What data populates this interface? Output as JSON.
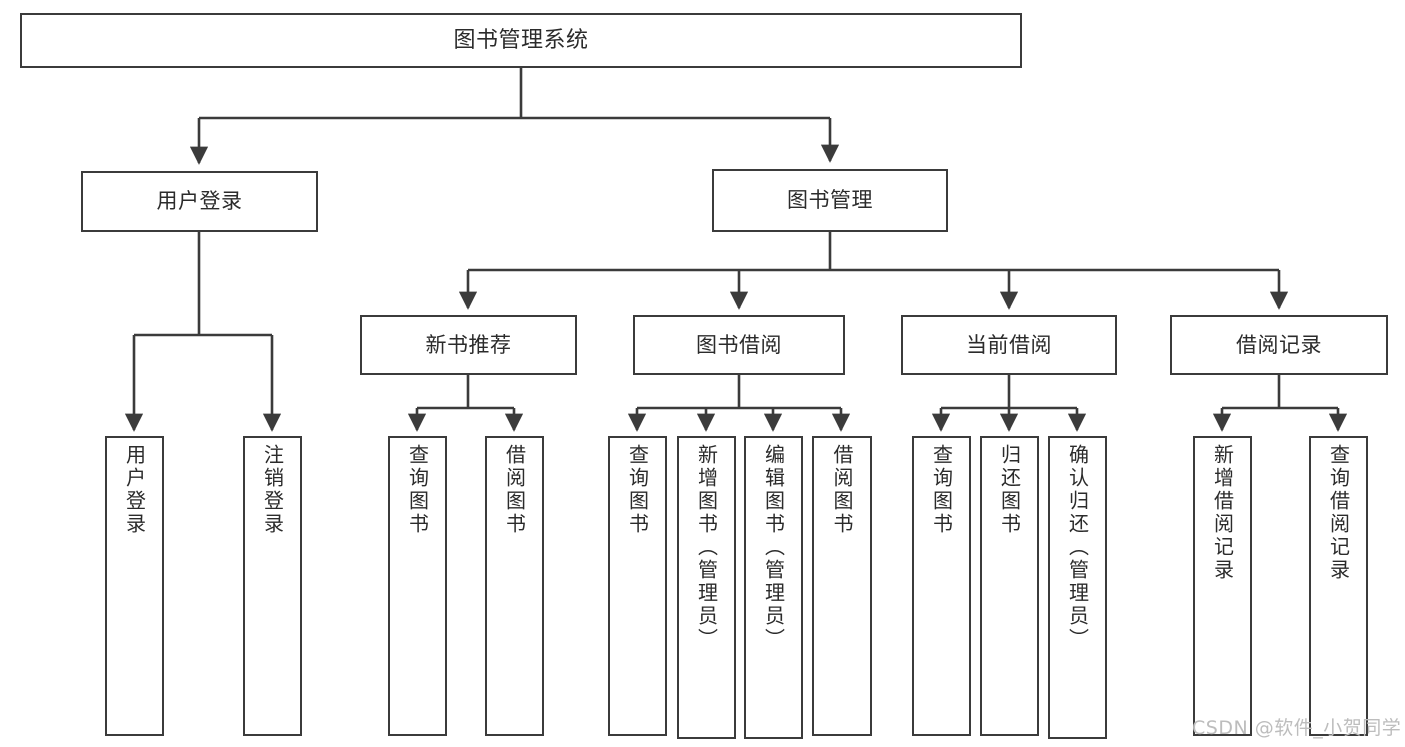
{
  "diagram": {
    "title": "图书管理系统",
    "type": "functional-structure-tree",
    "stroke_color": "#3b3b3b",
    "background_color": "#ffffff",
    "text_color": "#2b2b2b"
  },
  "nodes": {
    "root": {
      "label": "图书管理系统"
    },
    "level2": [
      {
        "label": "用户登录"
      },
      {
        "label": "图书管理"
      }
    ],
    "level3": [
      {
        "label": "新书推荐"
      },
      {
        "label": "图书借阅"
      },
      {
        "label": "当前借阅"
      },
      {
        "label": "借阅记录"
      }
    ],
    "leaves_user_login": [
      {
        "label": "用户登录"
      },
      {
        "label": "注销登录"
      }
    ],
    "leaves_new_book": [
      {
        "label": "查询图书"
      },
      {
        "label": "借阅图书"
      }
    ],
    "leaves_borrow": [
      {
        "label": "查询图书"
      },
      {
        "label": "新增图书（管理员）"
      },
      {
        "label": "编辑图书（管理员）"
      },
      {
        "label": "借阅图书"
      }
    ],
    "leaves_current": [
      {
        "label": "查询图书"
      },
      {
        "label": "归还图书"
      },
      {
        "label": "确认归还（管理员）"
      }
    ],
    "leaves_records": [
      {
        "label": "新增借阅记录"
      },
      {
        "label": "查询借阅记录"
      }
    ]
  },
  "watermark": {
    "text": "CSDN @软件_小贺同学"
  }
}
